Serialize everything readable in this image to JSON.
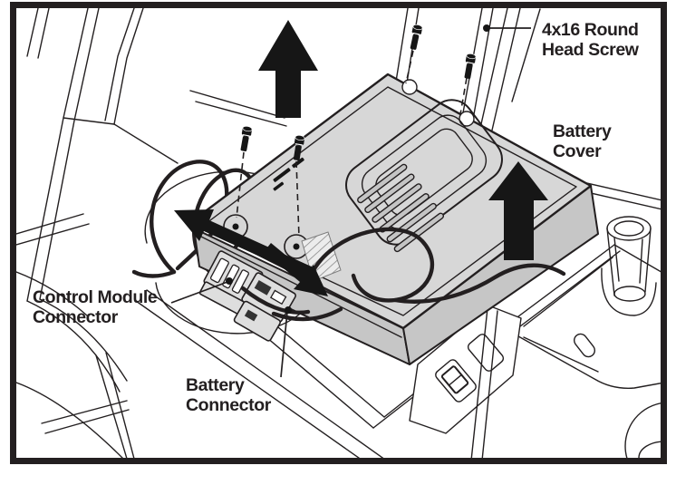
{
  "labels": {
    "screw": "4x16 Round\nHead Screw",
    "battery_cover": "Battery\nCover",
    "control_module_connector": "Control Module\nConnector",
    "battery_connector": "Battery\nConnector"
  },
  "arrows": {
    "cover_lift_front": "up",
    "cover_lift_rear": "up",
    "control_module_unplug": "up-left",
    "battery_unplug": "down-right"
  },
  "colors": {
    "line": "#231f20",
    "cover_fill": "#d7d7d7",
    "cover_side_fill": "#c6c6c6",
    "arrow_fill": "#161616",
    "background": "#ffffff"
  }
}
